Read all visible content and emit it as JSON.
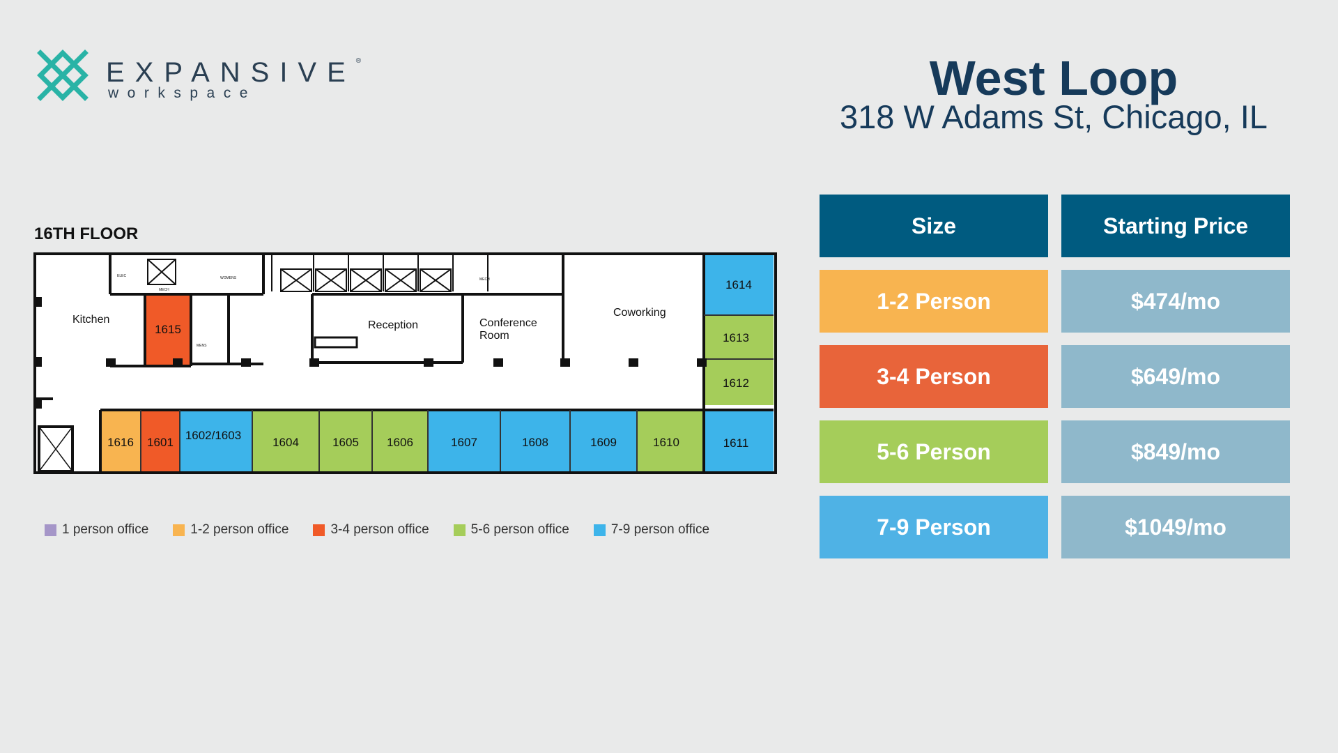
{
  "brand": {
    "name": "EXPANSIVE",
    "registered": "®",
    "sub": "workspace",
    "color": "#29b3a6"
  },
  "location": {
    "name": "West Loop",
    "address": "318 W Adams St, Chicago, IL"
  },
  "floor": {
    "label": "16TH FLOOR",
    "rooms": {
      "kitchen": "Kitchen",
      "reception": "Reception",
      "conference_line1": "Conference",
      "conference_line2": "Room",
      "coworking": "Coworking",
      "elec": "ELEC",
      "mech": "MECH",
      "womens": "WOMENS",
      "mens": "MENS"
    },
    "offices": [
      {
        "id": "1615",
        "size": "3-4"
      },
      {
        "id": "1614",
        "size": "7-9"
      },
      {
        "id": "1613",
        "size": "5-6"
      },
      {
        "id": "1612",
        "size": "5-6"
      },
      {
        "id": "1616",
        "size": "1-2"
      },
      {
        "id": "1601",
        "size": "3-4"
      },
      {
        "id": "1602/1603",
        "size": "7-9"
      },
      {
        "id": "1604",
        "size": "5-6"
      },
      {
        "id": "1605",
        "size": "5-6"
      },
      {
        "id": "1606",
        "size": "5-6"
      },
      {
        "id": "1607",
        "size": "7-9"
      },
      {
        "id": "1608",
        "size": "7-9"
      },
      {
        "id": "1609",
        "size": "7-9"
      },
      {
        "id": "1610",
        "size": "5-6"
      },
      {
        "id": "1611",
        "size": "7-9"
      }
    ]
  },
  "legend": [
    {
      "label": "1 person office",
      "color": "#a596c8"
    },
    {
      "label": "1-2 person office",
      "color": "#f8b450"
    },
    {
      "label": "3-4 person office",
      "color": "#f05a28"
    },
    {
      "label": "5-6 person office",
      "color": "#a5cd5a"
    },
    {
      "label": "7-9 person office",
      "color": "#3db4ea"
    }
  ],
  "pricing": {
    "headers": [
      "Size",
      "Starting Price"
    ],
    "rows": [
      {
        "size": "1-2 Person",
        "price": "$474/mo",
        "color": "#f8b450"
      },
      {
        "size": "3-4 Person",
        "price": "$649/mo",
        "color": "#e8643a"
      },
      {
        "size": "5-6 Person",
        "price": "$849/mo",
        "color": "#a5cd5a"
      },
      {
        "size": "7-9 Person",
        "price": "$1049/mo",
        "color": "#4fb2e5"
      }
    ]
  }
}
